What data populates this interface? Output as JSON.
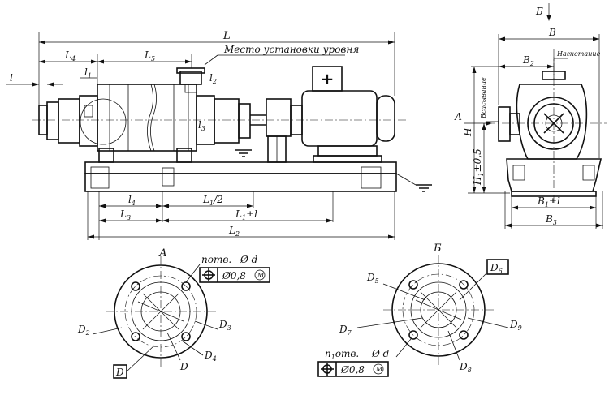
{
  "drawing": {
    "labels": {
      "l": "l",
      "L": "L",
      "L4": "L",
      "L4_sub": "4",
      "L5": "L",
      "L5_sub": "5",
      "l1": "l",
      "l1_sub": "1",
      "l2": "l",
      "l2_sub": "2",
      "l3": "l",
      "l3_sub": "3",
      "level_place": "Место установки уровня",
      "l4_bottom": "l",
      "l4_bottom_sub": "4",
      "L1_half": "L",
      "L1_half_sub": "1",
      "L1_half_suffix": "/2",
      "L3_bottom": "L",
      "L3_bottom_sub": "3",
      "L1_tol": "L",
      "L1_tol_sub": "1",
      "L1_tol_suffix": "±l",
      "L2": "L",
      "L2_sub": "2",
      "view_B_arrow": "Б",
      "B": "B",
      "B2": "B",
      "B2_sub": "2",
      "discharge": "Нагнетание",
      "suction": "Всасывание",
      "A_arrow": "А",
      "H": "H",
      "H1": "H",
      "H1_sub": "1",
      "H1_suffix": "±0,5",
      "B1": "B",
      "B1_sub": "1",
      "B1_suffix": "±l",
      "B3": "B",
      "B3_sub": "3",
      "view_A": "А",
      "view_B": "Б",
      "holes_A": "nотв.",
      "diam_d": "Ø d",
      "tol_A": "Ø0,8",
      "mmc": "M",
      "D2": "D",
      "D2_sub": "2",
      "D3": "D",
      "D3_sub": "3",
      "D4": "D",
      "D4_sub": "4",
      "D": "D",
      "D_box": "D",
      "D5": "D",
      "D5_sub": "5",
      "D6": "D",
      "D6_sub": "6",
      "D7": "D",
      "D7_sub": "7",
      "D8": "D",
      "D8_sub": "8",
      "D9": "D",
      "D9_sub": "9",
      "holes_B": "n",
      "holes_B_sub": "1",
      "holes_B_suffix": "отв.",
      "tol_B": "Ø0,8"
    }
  }
}
